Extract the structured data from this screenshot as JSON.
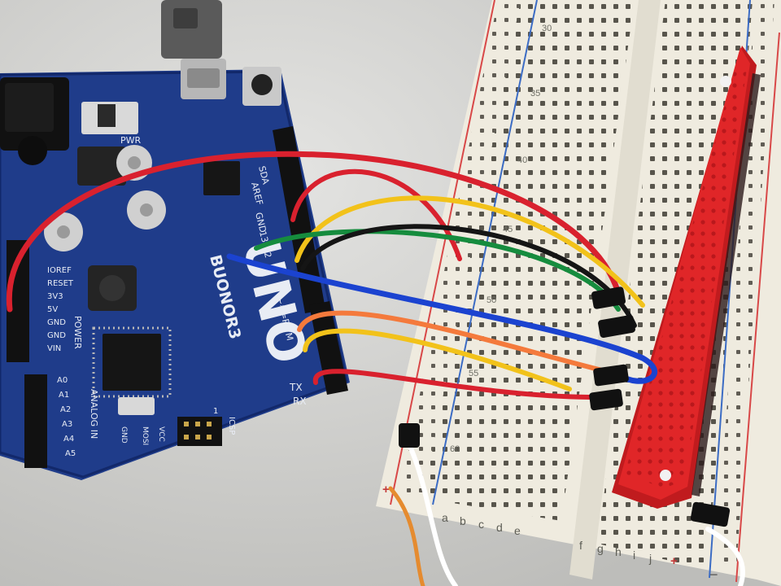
{
  "board": {
    "logo": "UNO",
    "brand": "BUONOR3",
    "pwm": "~#=PWM",
    "tx": "TX",
    "rx": "RX",
    "pwr": "PWR",
    "sda": "SDA",
    "aref": "AREF",
    "gnd": "GND",
    "d13": "13",
    "d12": "12",
    "power_header": [
      "IOREF",
      "RESET",
      "3V3",
      "5V",
      "GND",
      "GND",
      "VIN"
    ],
    "power_label": "POWER",
    "analog_pins": [
      "A0",
      "A1",
      "A2",
      "A3",
      "A4",
      "A5"
    ],
    "analog_label": "ANALOG IN",
    "icsp": "ICSP",
    "icsp_pin": "1",
    "icsp_pins": [
      "GND",
      "MOSI",
      "VCC"
    ]
  },
  "breadboard": {
    "row_numbers": [
      "30",
      "35",
      "40",
      "45",
      "50",
      "55",
      "60"
    ],
    "columns_left": [
      "a",
      "b",
      "c",
      "d",
      "e"
    ],
    "columns_right": [
      "f",
      "g",
      "h",
      "i",
      "j"
    ],
    "plus": "+",
    "minus": "−"
  },
  "colors": {
    "board": "#1f3c8a",
    "breadboard": "#efebdf",
    "module": "#e02628",
    "wire_red": "#d9212e",
    "wire_yellow": "#f2c21a",
    "wire_green": "#168c3e",
    "wire_black": "#151515",
    "wire_blue": "#1b43d0",
    "wire_orange": "#f47a3c"
  }
}
